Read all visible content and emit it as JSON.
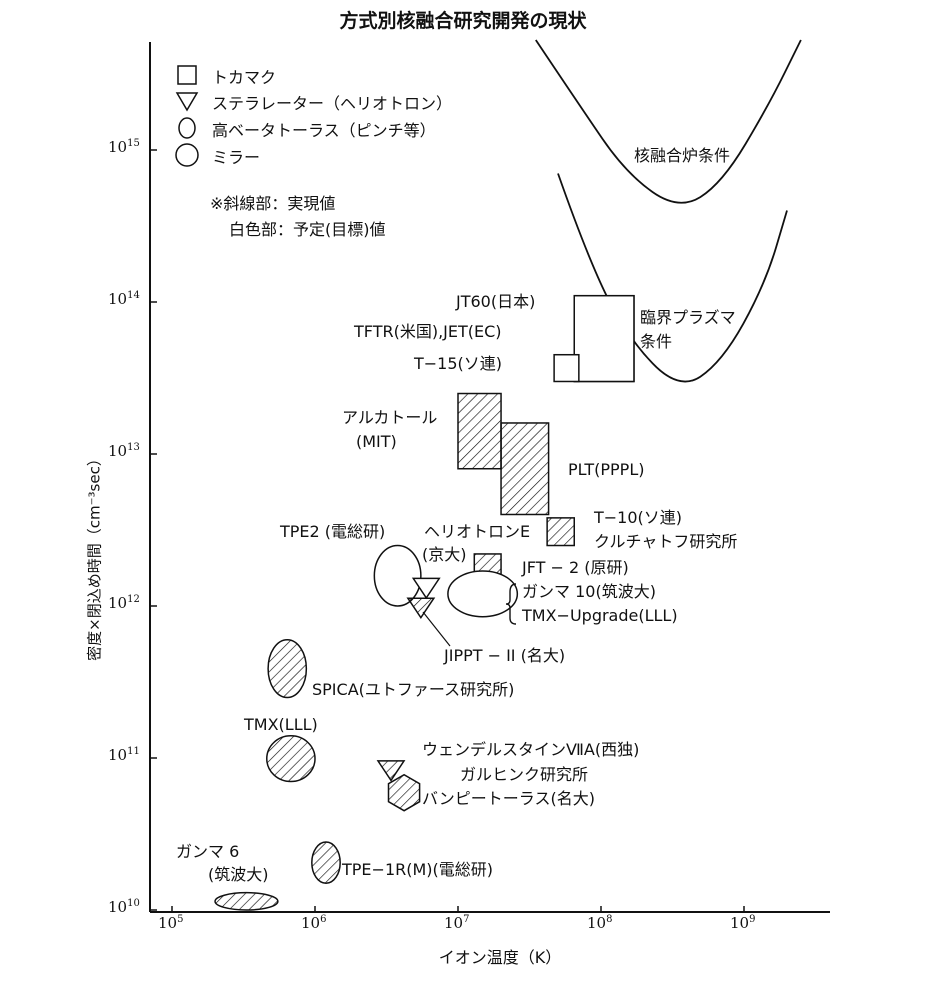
{
  "chart_data": {
    "type": "scatter",
    "title": "方式別核融合研究開発の現状",
    "xlabel": "イオン温度（K）",
    "ylabel": "密度×閉込め時間（cm⁻³sec）",
    "x_scale": "log",
    "y_scale": "log",
    "xlim": [
      100000,
      3000000000
    ],
    "ylim": [
      10000000000,
      5000000000000000
    ],
    "x_ticks": [
      {
        "base": "10",
        "exp": "5"
      },
      {
        "base": "10",
        "exp": "6"
      },
      {
        "base": "10",
        "exp": "7"
      },
      {
        "base": "10",
        "exp": "8"
      },
      {
        "base": "10",
        "exp": "9"
      }
    ],
    "y_ticks": [
      {
        "base": "10",
        "exp": "10"
      },
      {
        "base": "10",
        "exp": "11"
      },
      {
        "base": "10",
        "exp": "12"
      },
      {
        "base": "10",
        "exp": "13"
      },
      {
        "base": "10",
        "exp": "14"
      },
      {
        "base": "10",
        "exp": "15"
      }
    ],
    "legend": {
      "placement": "top-left",
      "items": [
        {
          "symbol": "square",
          "label": "トカマク"
        },
        {
          "symbol": "triangle",
          "label": "ステラレーター（ヘリオトロン）"
        },
        {
          "symbol": "small-ellipse",
          "label": "高ベータトーラス（ピンチ等）"
        },
        {
          "symbol": "circle",
          "label": "ミラー"
        }
      ],
      "note_line1": "※斜線部：実現値",
      "note_line2": "白色部：予定(目標)値"
    },
    "curves": [
      {
        "label": "核融合炉条件",
        "points": [
          [
            35000000,
            9000000000000000
          ],
          [
            70000000,
            2000000000000000
          ],
          [
            150000000,
            700000000000000
          ],
          [
            350000000,
            400000000000000
          ],
          [
            700000000,
            600000000000000
          ],
          [
            1500000000,
            2000000000000000
          ],
          [
            2500000000,
            6000000000000000
          ]
        ]
      },
      {
        "label_line1": "臨界プラズマ",
        "label_line2": "条件",
        "points": [
          [
            50000000,
            700000000000000
          ],
          [
            80000000,
            200000000000000
          ],
          [
            150000000,
            60000000000000
          ],
          [
            350000000,
            26000000000000
          ],
          [
            700000000,
            40000000000000
          ],
          [
            1400000000,
            130000000000000
          ],
          [
            2000000000,
            400000000000000
          ]
        ]
      }
    ],
    "devices": [
      {
        "name": "JT60(日本)",
        "kind": "tokamak",
        "state": "planned",
        "x": [
          65000000,
          170000000
        ],
        "y": [
          30000000000000,
          110000000000000
        ]
      },
      {
        "name": "TFTR(米国),JET(EC)",
        "kind": "tokamak",
        "state": "planned",
        "x": [
          65000000,
          170000000
        ],
        "y": [
          30000000000000,
          110000000000000
        ]
      },
      {
        "name": "T-15(ソ連)",
        "kind": "tokamak",
        "state": "planned",
        "x": [
          47000000,
          70000000
        ],
        "y": [
          30000000000000,
          45000000000000
        ]
      },
      {
        "name": "アルカトール(MIT)",
        "kind": "tokamak",
        "state": "achieved",
        "x": [
          10000000,
          20000000
        ],
        "y": [
          8000000000000,
          25000000000000
        ]
      },
      {
        "name": "PLT(PPPL)",
        "kind": "tokamak",
        "state": "achieved",
        "x": [
          20000000,
          43000000
        ],
        "y": [
          4000000000000,
          16000000000000
        ]
      },
      {
        "name": "T-10(ソ連) クルチャトフ研究所",
        "kind": "tokamak",
        "state": "achieved",
        "x": [
          42000000,
          65000000
        ],
        "y": [
          2500000000000,
          3800000000000
        ]
      },
      {
        "name": "JFT-2(原研)",
        "kind": "tokamak",
        "state": "achieved",
        "x": [
          13000000,
          20000000
        ],
        "y": [
          1600000000000,
          2200000000000
        ]
      },
      {
        "name": "TPE2(電総研)",
        "kind": "high-beta",
        "state": "planned",
        "x": [
          2600000,
          5500000
        ],
        "y": [
          1000000000000,
          2500000000000
        ]
      },
      {
        "name": "ヘリオトロンE(京大)",
        "kind": "stellarator",
        "state": "planned",
        "x": 6000000,
        "y": 1350000000000
      },
      {
        "name": "JIPPT-II(名大)",
        "kind": "stellarator",
        "state": "achieved",
        "x": 5500000,
        "y": 1000000000000
      },
      {
        "name": "ガンマ10(筑波大) TMX-Upgrade(LLL)",
        "kind": "mirror",
        "state": "planned",
        "x": [
          8500000,
          26000000
        ],
        "y": [
          850000000000,
          1700000000000
        ]
      },
      {
        "name": "SPICA(ユトファース研究所)",
        "kind": "high-beta",
        "state": "achieved",
        "x": [
          470000,
          870000
        ],
        "y": [
          250000000000,
          600000000000
        ]
      },
      {
        "name": "TMX(LLL)",
        "kind": "mirror",
        "state": "achieved",
        "x": [
          460000,
          1000000
        ],
        "y": [
          70000000000,
          140000000000
        ]
      },
      {
        "name": "ウェンデルスタインⅦA(西独) ガルヒンク研究所",
        "kind": "stellarator",
        "state": "achieved",
        "x": 3400000,
        "y": 85000000000
      },
      {
        "name": "バンピートーラス(名大)",
        "kind": "stellarator",
        "state": "achieved",
        "x": [
          3200000,
          5500000
        ],
        "y": [
          50000000000,
          70000000000
        ]
      },
      {
        "name": "TPE-1R(M)(電総研)",
        "kind": "high-beta",
        "state": "achieved",
        "x": [
          950000,
          1500000
        ],
        "y": [
          15000000000,
          28000000000
        ]
      },
      {
        "name": "ガンマ6(筑波大)",
        "kind": "mirror",
        "state": "achieved",
        "x": [
          200000,
          550000
        ],
        "y": [
          10000000000,
          13000000000
        ]
      }
    ]
  },
  "labels": {
    "fusion_condition": "核融合炉条件",
    "critical_line1": "臨界プラズマ",
    "critical_line2": "条件",
    "jt60": "JT60(日本)",
    "tftr": "TFTR(米国),JET(EC)",
    "t15": "T−15(ソ連)",
    "alcator_line1": "アルカトール",
    "alcator_line2": "(MIT)",
    "plt": "PLT(PPPL)",
    "t10_line1": "T−10(ソ連)",
    "t10_line2": "クルチャトフ研究所",
    "tpe2": "TPE2 (電総研)",
    "heliotron_line1": "ヘリオトロンE",
    "heliotron_line2": "(京大)",
    "jft2": "JFT − 2 (原研)",
    "gamma10": "ガンマ 10(筑波大)",
    "tmxu": "TMX−Upgrade(LLL)",
    "jippt": "JIPPT − II (名大)",
    "spica": "SPICA(ユトファース研究所)",
    "tmx": "TMX(LLL)",
    "wendelstein": "ウェンデルスタインⅦA(西独)",
    "garching": "ガルヒンク研究所",
    "bumpy": "バンピートーラス(名大)",
    "tpe1r": "TPE−1R(M)(電総研)",
    "gamma6_line1": "ガンマ 6",
    "gamma6_line2": "(筑波大)"
  },
  "colors": {
    "ink": "#111111",
    "background": "#ffffff"
  }
}
